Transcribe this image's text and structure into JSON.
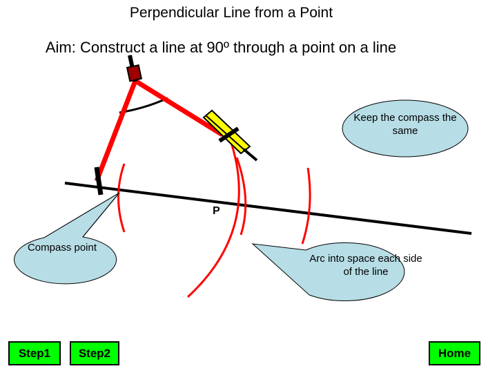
{
  "title": "Perpendicular Line from a Point",
  "aim": "Aim: Construct a line at 90º through a point on a line",
  "point_label": "P",
  "callouts": {
    "keep_compass": "Keep the compass the same",
    "compass_point": "Compass point",
    "arc_into_space": "Arc into space each side of the line"
  },
  "buttons": {
    "step1": "Step1",
    "step2": "Step2",
    "home": "Home"
  },
  "colors": {
    "compass_leg": "#ff0000",
    "pencil": "#ffff00",
    "arc": "#ff0000",
    "callout_fill": "#b7dde6",
    "button_fill": "#00ff00"
  }
}
